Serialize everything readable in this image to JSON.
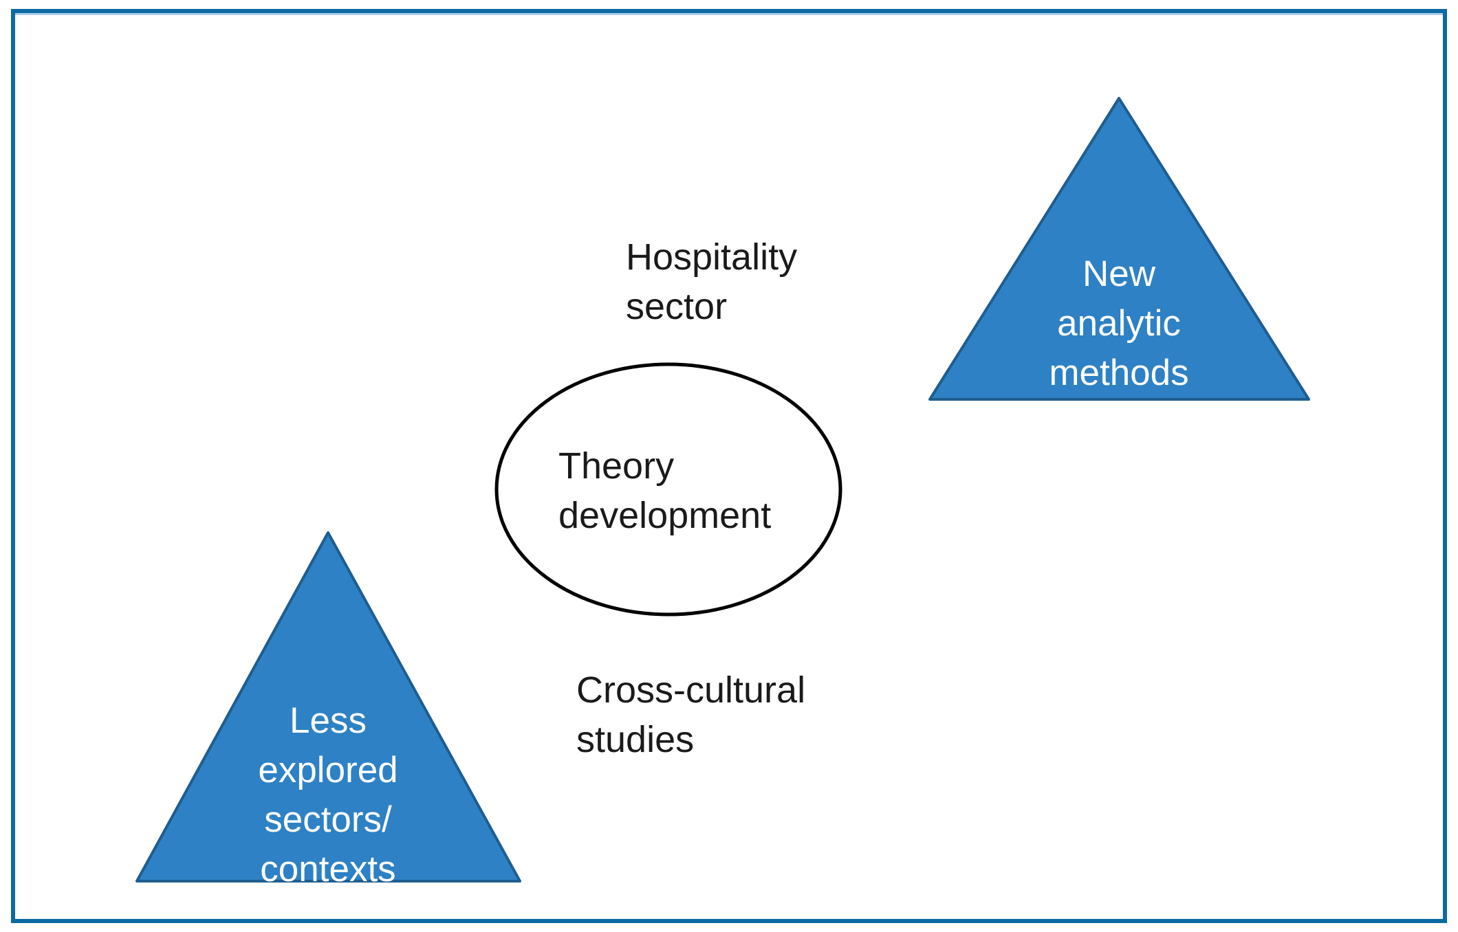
{
  "diagram": {
    "title_implicit": "",
    "colors": {
      "triangle_fill": "#2e81c4",
      "triangle_stroke": "#1f5d90",
      "ellipse_stroke": "#000000",
      "ellipse_fill": "#ffffff",
      "frame_border": "#0c6aa2",
      "text_dark": "#1a1a1a",
      "text_light": "#ffffff"
    },
    "top_label": {
      "lines": [
        "Hospitality",
        "sector"
      ]
    },
    "center_ellipse": {
      "lines": [
        "Theory",
        "development"
      ]
    },
    "bottom_label": {
      "lines": [
        "Cross-cultural",
        "studies"
      ]
    },
    "triangle_top_right": {
      "lines": [
        "New",
        "analytic",
        "methods"
      ]
    },
    "triangle_bottom_left": {
      "lines": [
        "Less",
        "explored",
        "sectors/",
        "contexts"
      ]
    }
  }
}
